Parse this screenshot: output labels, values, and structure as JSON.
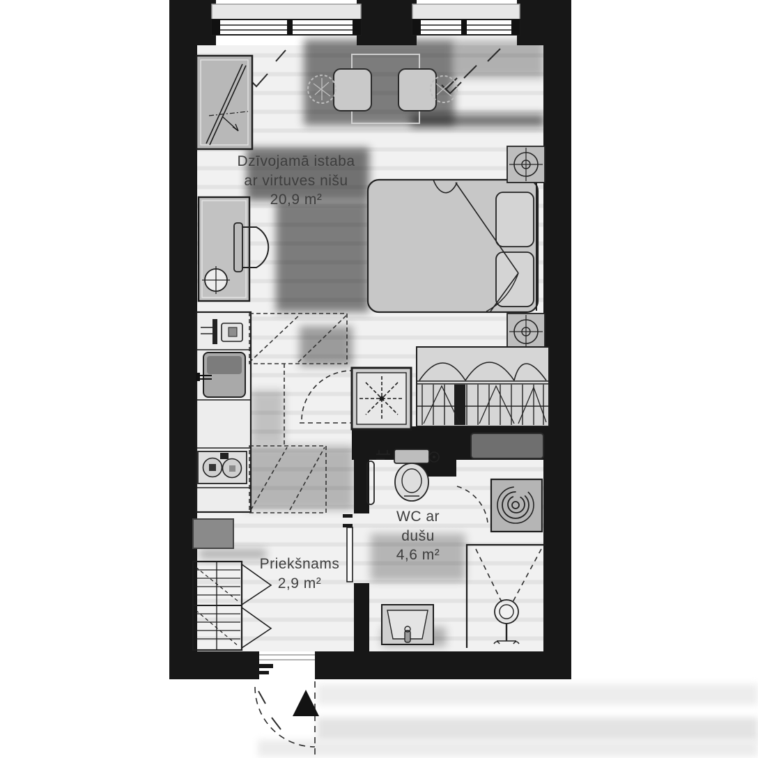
{
  "plan": {
    "title": "Apartment floor plan",
    "rooms": {
      "living": {
        "line1": "Dzīvojamā istaba",
        "line2": "ar virtuves nišu",
        "area": "20,9 m²"
      },
      "wc": {
        "line1": "WC ar",
        "line2": "dušu",
        "area": "4,6 m²"
      },
      "hall": {
        "line1": "Priekšnams",
        "area": "2,9 m²"
      }
    },
    "fixtures": {
      "living_room": [
        "sliding-wardrobe",
        "dining-table",
        "chair",
        "chair",
        "plant",
        "plant",
        "curtains",
        "desk",
        "desk-chair",
        "floor-lamp",
        "double-bed",
        "pillow",
        "pillow",
        "blanket-fold",
        "nightstand-lamp",
        "nightstand-lamp",
        "open-wardrobe-with-hangers",
        "ventilation-shaft"
      ],
      "kitchen_niche": [
        "kitchen-counter",
        "kitchen-appliance",
        "sink",
        "faucet",
        "cooktop-two-burners",
        "upper-cabinets-dashed"
      ],
      "hallway": [
        "utility-box",
        "shelving-unit-with-doors",
        "entrance-door",
        "door-swing-arc"
      ],
      "wc_room": [
        "toilet",
        "toilet-paper-holder",
        "towel-rail",
        "floor-drain",
        "wall-niche-shelf",
        "washing-machine",
        "washbasin",
        "shower-enclosure",
        "shower-head",
        "wc-door"
      ]
    },
    "windows": 2,
    "entrance_marker": "triangle-up",
    "colors": {
      "wall": "#171717",
      "floor": "#f1f1f1",
      "line": "#222222",
      "label": "#3d3d3d"
    }
  }
}
